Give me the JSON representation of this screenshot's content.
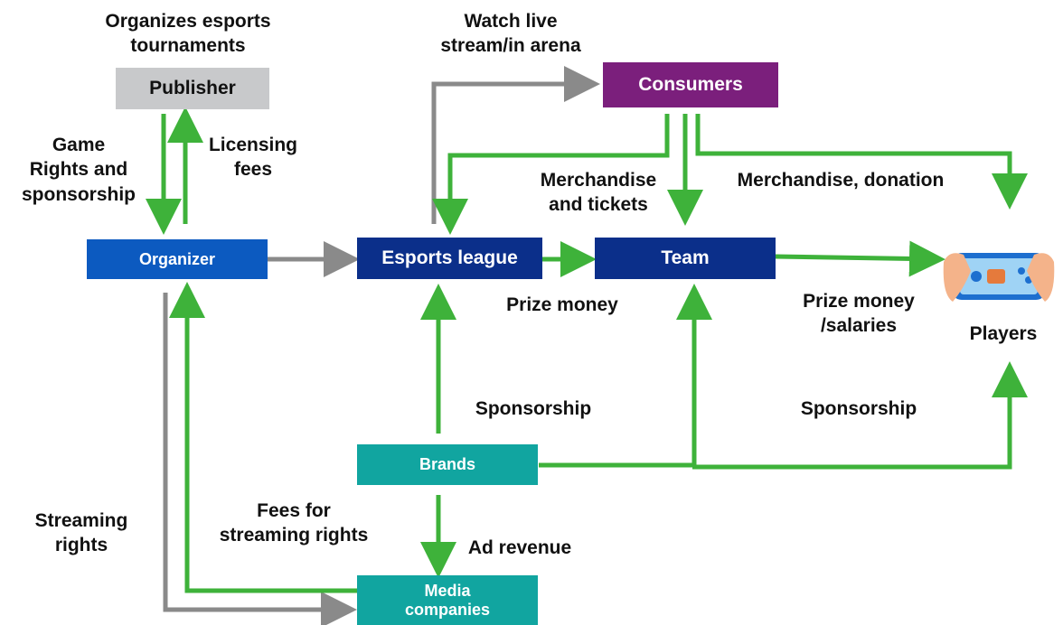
{
  "nodes": {
    "publisher": "Publisher",
    "consumers": "Consumers",
    "organizer": "Organizer",
    "esports_league": "Esports league",
    "team": "Team",
    "brands": "Brands",
    "media_companies": "Media\ncompanies",
    "players": "Players"
  },
  "labels": {
    "organizes": "Organizes esports\ntournaments",
    "watch": "Watch live\nstream/in arena",
    "game_rights": "Game\nRights and\nsponsorship",
    "licensing": "Licensing\nfees",
    "merch_tickets": "Merchandise\nand tickets",
    "merch_donation": "Merchandise, donation",
    "prize_money": "Prize money",
    "prize_salaries": "Prize money\n/salaries",
    "sponsorship_1": "Sponsorship",
    "sponsorship_2": "Sponsorship",
    "streaming_rights": "Streaming\nrights",
    "fees_streaming": "Fees for\nstreaming rights",
    "ad_revenue": "Ad revenue"
  },
  "colors": {
    "publisher": "#c8c9cb",
    "consumers": "#7b1f7c",
    "organizer": "#0c5ac0",
    "league_team": "#0b2f8a",
    "brands_media": "#11a5a0",
    "green_arrow": "#3eb23a",
    "gray_arrow": "#8a8a8a"
  }
}
